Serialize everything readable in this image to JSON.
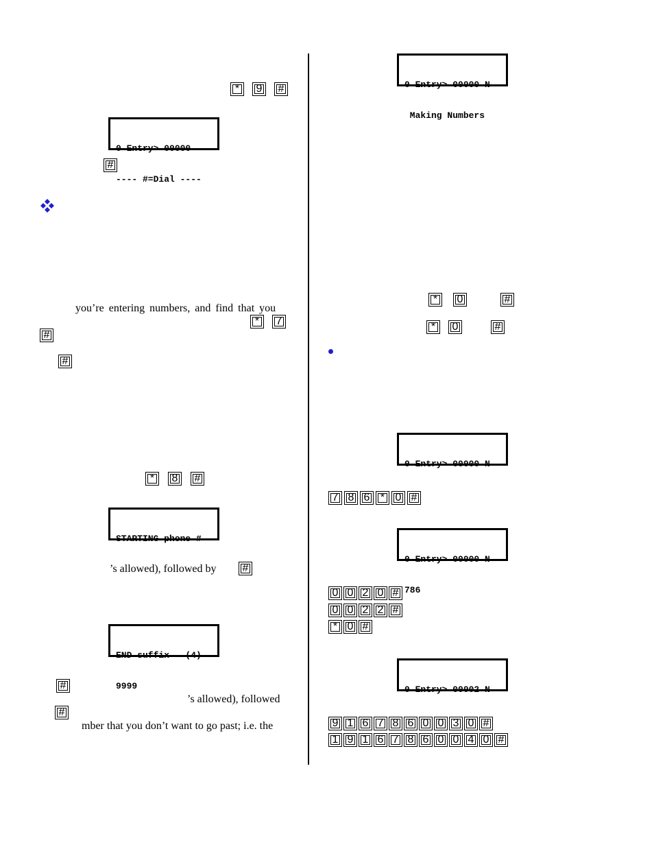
{
  "displays": [
    {
      "id": "lcd1",
      "line1": "0-Entry> 00000",
      "line2": "---- #=Dial ----"
    },
    {
      "id": "lcd2",
      "line1": "STARTING phone #",
      "line2": ""
    },
    {
      "id": "lcd3",
      "line1": "END suffix   (4)",
      "line2": "9999"
    },
    {
      "id": "lcd4",
      "line1": "0-Entry> 00000 N",
      "line2": " Making Numbers"
    },
    {
      "id": "lcd5",
      "line1": "0-Entry> 00000 N",
      "line2": ""
    },
    {
      "id": "lcd6",
      "line1": "0-Entry> 00000 N",
      "line2": "786"
    },
    {
      "id": "lcd7",
      "line1": "0-Entry> 00002 N",
      "line2": ""
    }
  ],
  "text": {
    "t1": "you’re entering numbers, and find that you",
    "t2": "’s  allowed),  followed  by",
    "t3": "’s allowed), followed",
    "t4": "mber that you don’t want to go past; i.e. the"
  },
  "keys": {
    "k1": [
      "*",
      "9",
      "#"
    ],
    "k2": [
      "#"
    ],
    "k3": [
      "*",
      "7"
    ],
    "k4": [
      "#"
    ],
    "k5": [
      "#"
    ],
    "k6": [
      "*",
      "8",
      "#"
    ],
    "k7": [
      "#"
    ],
    "k8": [
      "#"
    ],
    "k9": [
      "#"
    ],
    "r1": [
      "*",
      "0",
      "#"
    ],
    "r2": [
      "*",
      "0",
      "#"
    ],
    "s1": [
      "7",
      "8",
      "6",
      "*",
      "0",
      "#"
    ],
    "s2": [
      "0",
      "0",
      "2",
      "0",
      "#"
    ],
    "s3": [
      "0",
      "0",
      "2",
      "2",
      "#"
    ],
    "s4": [
      "*",
      "0",
      "#"
    ],
    "s5": [
      "9",
      "1",
      "6",
      "7",
      "8",
      "6",
      "0",
      "0",
      "3",
      "0",
      "#"
    ],
    "s6": [
      "1",
      "9",
      "1",
      "6",
      "7",
      "8",
      "6",
      "0",
      "0",
      "4",
      "0",
      "#"
    ]
  },
  "colors": {
    "diamond": "#1f1fd0",
    "bullet": "#1f1fd0"
  },
  "icons": {
    "diamond": "four-diamonds-icon",
    "bullet": "bullet-dot-icon"
  }
}
